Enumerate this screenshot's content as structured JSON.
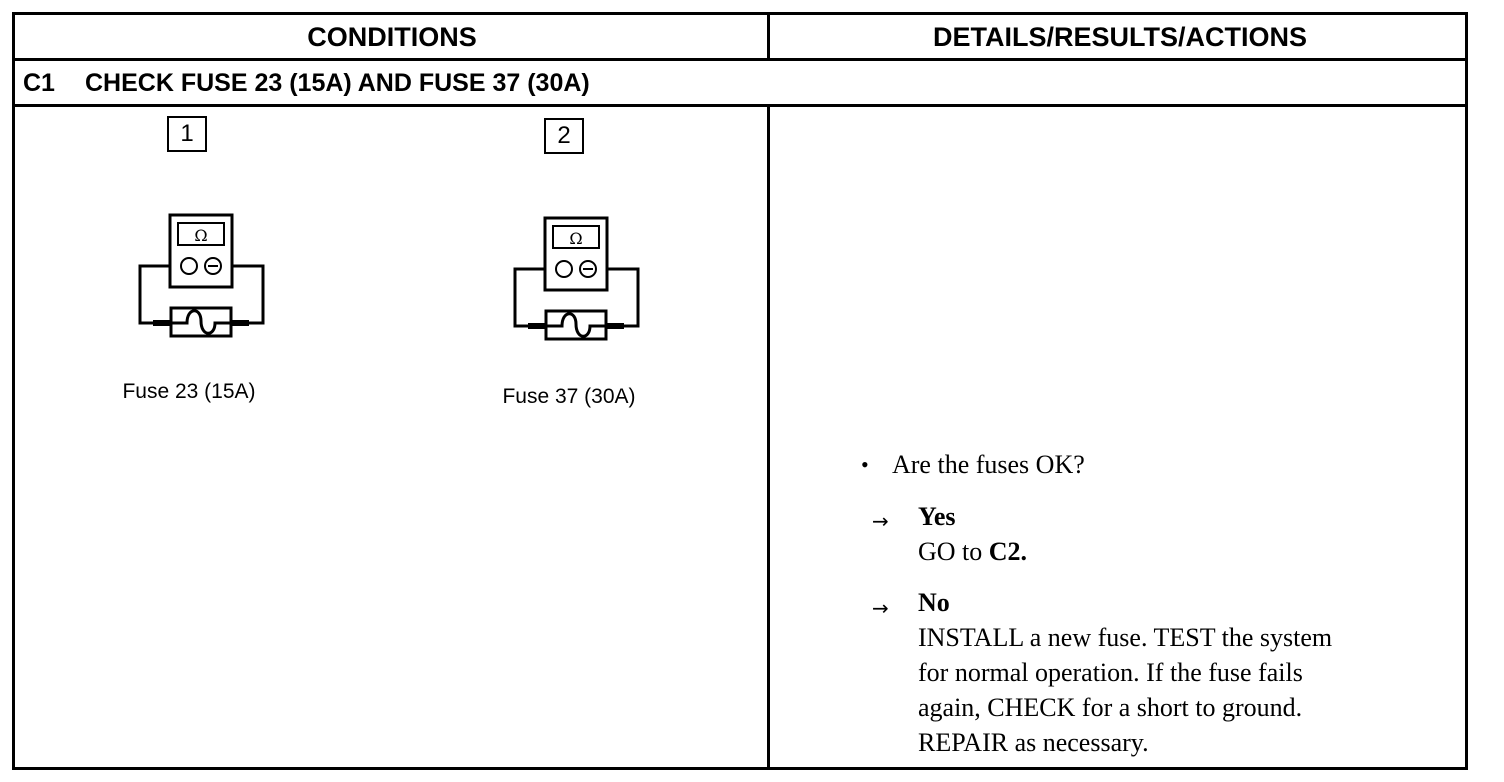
{
  "header": {
    "conditions": "CONDITIONS",
    "details": "DETAILS/RESULTS/ACTIONS"
  },
  "step": {
    "id": "C1",
    "title": "CHECK FUSE 23 (15A) AND FUSE 37 (30A)"
  },
  "figures": [
    {
      "number": "1",
      "meter_symbol": "Ω",
      "caption": "Fuse 23 (15A)",
      "icon": "ohmmeter-fuse-icon"
    },
    {
      "number": "2",
      "meter_symbol": "Ω",
      "caption": "Fuse 37 (30A)",
      "icon": "ohmmeter-fuse-icon"
    }
  ],
  "details": {
    "question": "Are the fuses OK?",
    "yes_label": "Yes",
    "yes_action_prefix": "GO to ",
    "yes_action_target": "C2.",
    "no_label": "No",
    "no_action_lines": [
      "INSTALL a new fuse. TEST the system",
      "for normal operation. If the fuse fails",
      "again, CHECK for a short to ground.",
      "REPAIR as necessary."
    ]
  }
}
